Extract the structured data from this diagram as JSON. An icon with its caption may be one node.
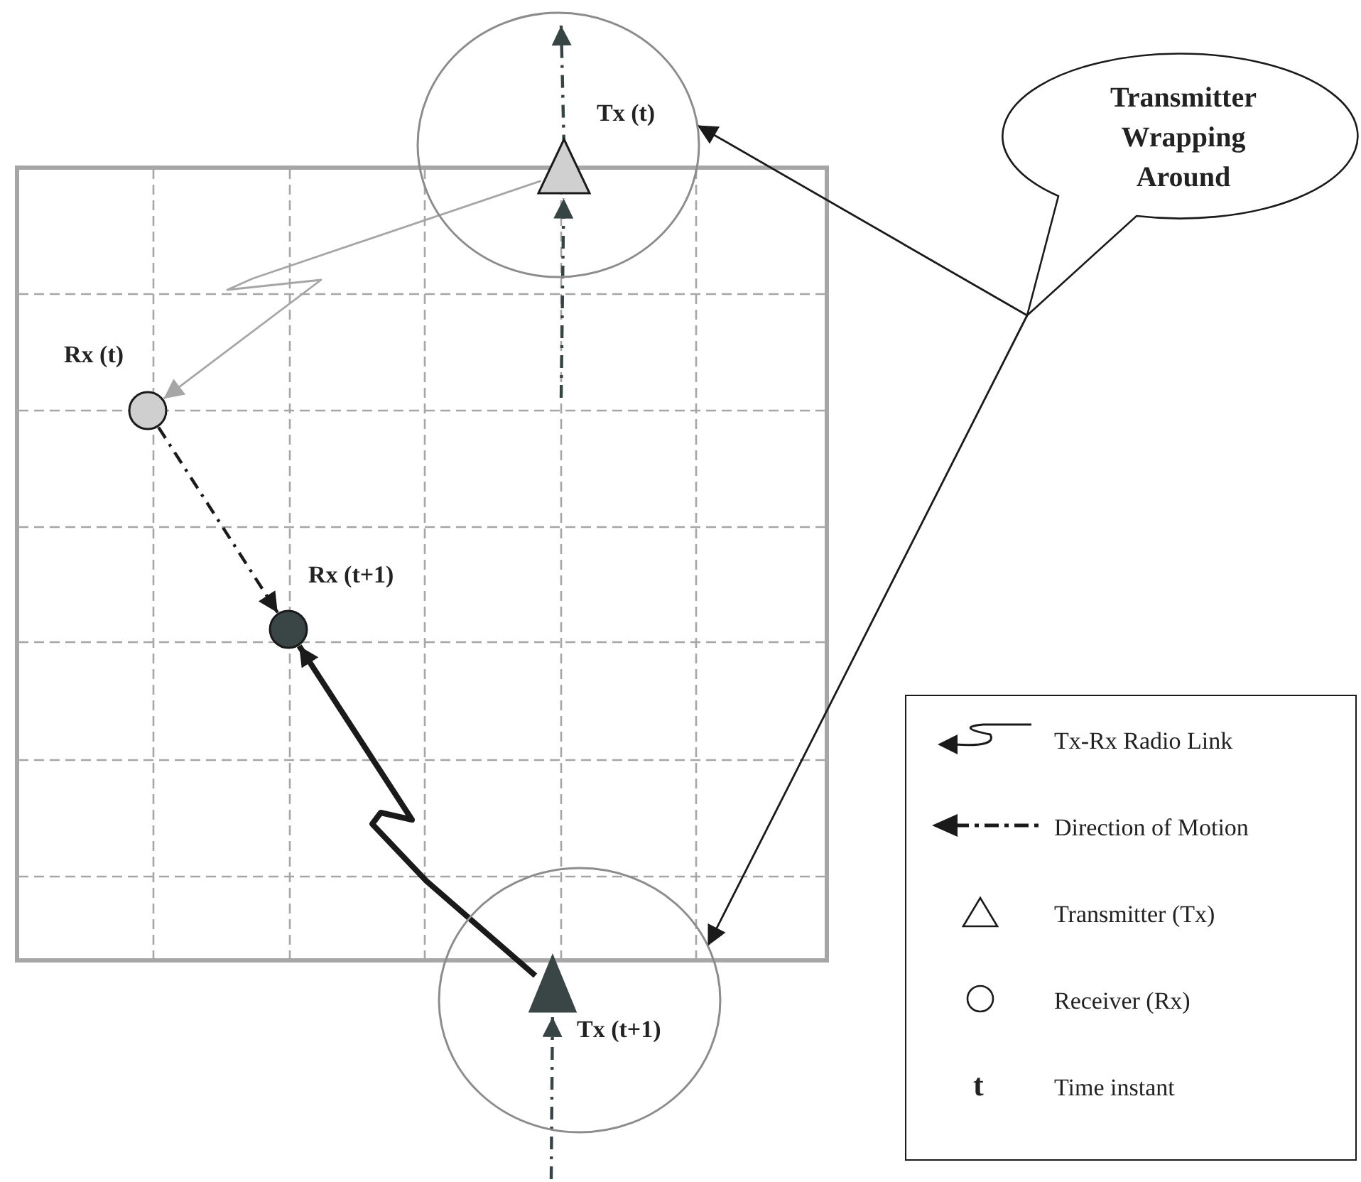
{
  "diagram": {
    "nodes": [
      {
        "text": [],
        "shape": "circle"
      },
      {
        "text": [
          "Tx (t)"
        ],
        "in": 0
      },
      {
        "text": [
          "Rx (t)"
        ]
      },
      {
        "text": [
          "Rx (t+1)"
        ]
      },
      {
        "text": [],
        "shape": "circle"
      },
      {
        "text": [
          "Tx (t+1)"
        ],
        "in": 4
      },
      {
        "text": [
          "Transmitter Wrapping Around"
        ]
      }
    ],
    "edges": [
      {
        "from": 1,
        "to": 2,
        "arrow": "to",
        "color": "#a6a6a6"
      },
      {
        "from": 5,
        "to": 3,
        "arrow": "to",
        "style": "thick"
      },
      {
        "from": 2,
        "to": 3,
        "arrow": "to",
        "style": "dashed"
      },
      {
        "from": null,
        "to": 1,
        "arrow": "to",
        "style": "dashed",
        "color": "#364443"
      },
      {
        "from": 1,
        "to": null,
        "arrow": "to",
        "style": "dashed",
        "color": "#364443"
      },
      {
        "from": null,
        "to": 5,
        "arrow": "to",
        "style": "dashed",
        "color": "#364443"
      },
      {
        "from": 6,
        "to": 0,
        "arrow": "to"
      },
      {
        "from": 6,
        "to": 4,
        "arrow": "to"
      }
    ],
    "labels": [
      "t"
    ],
    "legend": [
      {
        "text": "Tx-Rx Radio Link"
      },
      {
        "text": "Direction of Motion"
      },
      {
        "text": "Transmitter (Tx)"
      },
      {
        "text": "Receiver (Rx)"
      },
      {
        "text": "Time instant"
      }
    ]
  }
}
